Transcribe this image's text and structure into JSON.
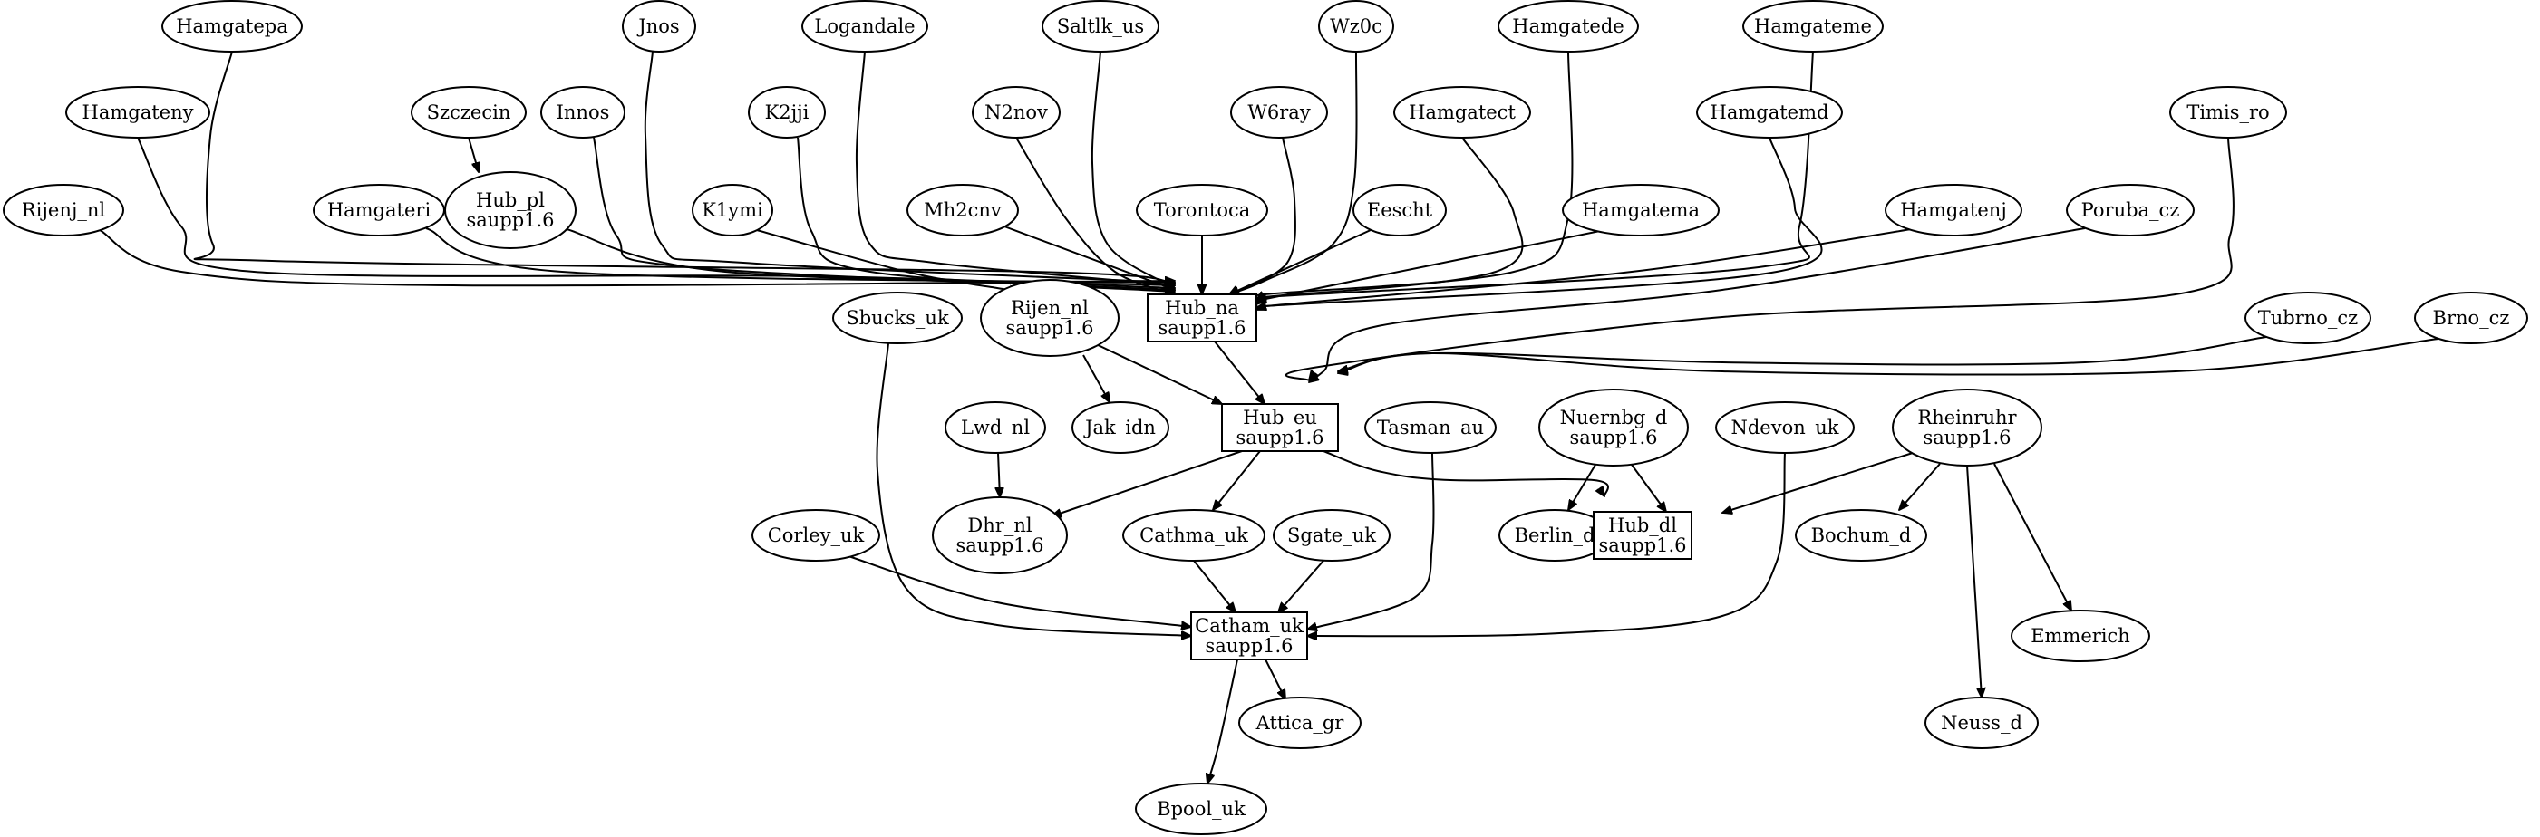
{
  "graph": {
    "nodes": [
      {
        "id": "Hamgatepa",
        "lines": [
          "Hamgatepa"
        ],
        "shape": "ellipse"
      },
      {
        "id": "Jnos",
        "lines": [
          "Jnos"
        ],
        "shape": "ellipse"
      },
      {
        "id": "Logandale",
        "lines": [
          "Logandale"
        ],
        "shape": "ellipse"
      },
      {
        "id": "Saltlk_us",
        "lines": [
          "Saltlk_us"
        ],
        "shape": "ellipse"
      },
      {
        "id": "Wz0c",
        "lines": [
          "Wz0c"
        ],
        "shape": "ellipse"
      },
      {
        "id": "Hamgatede",
        "lines": [
          "Hamgatede"
        ],
        "shape": "ellipse"
      },
      {
        "id": "Hamgateme",
        "lines": [
          "Hamgateme"
        ],
        "shape": "ellipse"
      },
      {
        "id": "Hamgateny",
        "lines": [
          "Hamgateny"
        ],
        "shape": "ellipse"
      },
      {
        "id": "Szczecin",
        "lines": [
          "Szczecin"
        ],
        "shape": "ellipse"
      },
      {
        "id": "Innos",
        "lines": [
          "Innos"
        ],
        "shape": "ellipse"
      },
      {
        "id": "K2jji",
        "lines": [
          "K2jji"
        ],
        "shape": "ellipse"
      },
      {
        "id": "N2nov",
        "lines": [
          "N2nov"
        ],
        "shape": "ellipse"
      },
      {
        "id": "W6ray",
        "lines": [
          "W6ray"
        ],
        "shape": "ellipse"
      },
      {
        "id": "Hamgatect",
        "lines": [
          "Hamgatect"
        ],
        "shape": "ellipse"
      },
      {
        "id": "Hamgatemd",
        "lines": [
          "Hamgatemd"
        ],
        "shape": "ellipse"
      },
      {
        "id": "Timis_ro",
        "lines": [
          "Timis_ro"
        ],
        "shape": "ellipse"
      },
      {
        "id": "Rijenj_nl",
        "lines": [
          "Rijenj_nl"
        ],
        "shape": "ellipse"
      },
      {
        "id": "Hamgateri",
        "lines": [
          "Hamgateri"
        ],
        "shape": "ellipse"
      },
      {
        "id": "Hub_pl",
        "lines": [
          "Hub_pl",
          "saupp1.6"
        ],
        "shape": "ellipse"
      },
      {
        "id": "K1ymi",
        "lines": [
          "K1ymi"
        ],
        "shape": "ellipse"
      },
      {
        "id": "Mh2cnv",
        "lines": [
          "Mh2cnv"
        ],
        "shape": "ellipse"
      },
      {
        "id": "Torontoca",
        "lines": [
          "Torontoca"
        ],
        "shape": "ellipse"
      },
      {
        "id": "Eescht",
        "lines": [
          "Eescht"
        ],
        "shape": "ellipse"
      },
      {
        "id": "Hamgatema",
        "lines": [
          "Hamgatema"
        ],
        "shape": "ellipse"
      },
      {
        "id": "Hamgatenj",
        "lines": [
          "Hamgatenj"
        ],
        "shape": "ellipse"
      },
      {
        "id": "Poruba_cz",
        "lines": [
          "Poruba_cz"
        ],
        "shape": "ellipse"
      },
      {
        "id": "Hub_na",
        "lines": [
          "Hub_na",
          "saupp1.6"
        ],
        "shape": "box"
      },
      {
        "id": "Sbucks_uk",
        "lines": [
          "Sbucks_uk"
        ],
        "shape": "ellipse"
      },
      {
        "id": "Rijen_nl",
        "lines": [
          "Rijen_nl",
          "saupp1.6"
        ],
        "shape": "ellipse"
      },
      {
        "id": "Tubrno_cz",
        "lines": [
          "Tubrno_cz"
        ],
        "shape": "ellipse"
      },
      {
        "id": "Brno_cz",
        "lines": [
          "Brno_cz"
        ],
        "shape": "ellipse"
      },
      {
        "id": "Lwd_nl",
        "lines": [
          "Lwd_nl"
        ],
        "shape": "ellipse"
      },
      {
        "id": "Jak_idn",
        "lines": [
          "Jak_idn"
        ],
        "shape": "ellipse"
      },
      {
        "id": "Hub_eu",
        "lines": [
          "Hub_eu",
          "saupp1.6"
        ],
        "shape": "box"
      },
      {
        "id": "Tasman_au",
        "lines": [
          "Tasman_au"
        ],
        "shape": "ellipse"
      },
      {
        "id": "Nuernbg_d",
        "lines": [
          "Nuernbg_d",
          "saupp1.6"
        ],
        "shape": "ellipse"
      },
      {
        "id": "Ndevon_uk",
        "lines": [
          "Ndevon_uk"
        ],
        "shape": "ellipse"
      },
      {
        "id": "Rheinruhr",
        "lines": [
          "Rheinruhr",
          "saupp1.6"
        ],
        "shape": "ellipse"
      },
      {
        "id": "Corley_uk",
        "lines": [
          "Corley_uk"
        ],
        "shape": "ellipse"
      },
      {
        "id": "Dhr_nl",
        "lines": [
          "Dhr_nl",
          "saupp1.6"
        ],
        "shape": "ellipse"
      },
      {
        "id": "Cathma_uk",
        "lines": [
          "Cathma_uk"
        ],
        "shape": "ellipse"
      },
      {
        "id": "Sgate_uk",
        "lines": [
          "Sgate_uk"
        ],
        "shape": "ellipse"
      },
      {
        "id": "Berlin_d",
        "lines": [
          "Berlin_d"
        ],
        "shape": "ellipse"
      },
      {
        "id": "Hub_dl",
        "lines": [
          "Hub_dl",
          "saupp1.6"
        ],
        "shape": "box"
      },
      {
        "id": "Bochum_d",
        "lines": [
          "Bochum_d"
        ],
        "shape": "ellipse"
      },
      {
        "id": "Catham_uk",
        "lines": [
          "Catham_uk",
          "saupp1.6"
        ],
        "shape": "box"
      },
      {
        "id": "Emmerich",
        "lines": [
          "Emmerich"
        ],
        "shape": "ellipse"
      },
      {
        "id": "Attica_gr",
        "lines": [
          "Attica_gr"
        ],
        "shape": "ellipse"
      },
      {
        "id": "Neuss_d",
        "lines": [
          "Neuss_d"
        ],
        "shape": "ellipse"
      },
      {
        "id": "Bpool_uk",
        "lines": [
          "Bpool_uk"
        ],
        "shape": "ellipse"
      }
    ],
    "edges": [
      {
        "from": "Hamgatepa",
        "to": "Hub_na"
      },
      {
        "from": "Jnos",
        "to": "Hub_na"
      },
      {
        "from": "Logandale",
        "to": "Hub_na"
      },
      {
        "from": "Saltlk_us",
        "to": "Hub_na"
      },
      {
        "from": "Wz0c",
        "to": "Hub_na"
      },
      {
        "from": "Hamgatede",
        "to": "Hub_na"
      },
      {
        "from": "Hamgateme",
        "to": "Hub_na"
      },
      {
        "from": "Hamgateny",
        "to": "Hub_na"
      },
      {
        "from": "Szczecin",
        "to": "Hub_pl"
      },
      {
        "from": "Innos",
        "to": "Hub_na"
      },
      {
        "from": "K2jji",
        "to": "Hub_na"
      },
      {
        "from": "N2nov",
        "to": "Hub_na"
      },
      {
        "from": "W6ray",
        "to": "Hub_na"
      },
      {
        "from": "Hamgatect",
        "to": "Hub_na"
      },
      {
        "from": "Hamgatemd",
        "to": "Hub_na"
      },
      {
        "from": "Timis_ro",
        "to": "Hub_eu"
      },
      {
        "from": "Rijenj_nl",
        "to": "Hub_na"
      },
      {
        "from": "Hamgateri",
        "to": "Hub_na"
      },
      {
        "from": "Hub_pl",
        "to": "Hub_na"
      },
      {
        "from": "K1ymi",
        "to": "Rijen_nl"
      },
      {
        "from": "Mh2cnv",
        "to": "Hub_na"
      },
      {
        "from": "Torontoca",
        "to": "Hub_na"
      },
      {
        "from": "Eescht",
        "to": "Hub_na"
      },
      {
        "from": "Hamgatema",
        "to": "Hub_na"
      },
      {
        "from": "Hamgatenj",
        "to": "Hub_na"
      },
      {
        "from": "Poruba_cz",
        "to": "Hub_eu"
      },
      {
        "from": "Hub_na",
        "to": "Hub_eu"
      },
      {
        "from": "Rijen_nl",
        "to": "Hub_eu"
      },
      {
        "from": "Rijen_nl",
        "to": "Jak_idn"
      },
      {
        "from": "Tubrno_cz",
        "to": "Hub_eu"
      },
      {
        "from": "Brno_cz",
        "to": "Hub_eu"
      },
      {
        "from": "Lwd_nl",
        "to": "Dhr_nl"
      },
      {
        "from": "Hub_eu",
        "to": "Dhr_nl"
      },
      {
        "from": "Hub_eu",
        "to": "Cathma_uk"
      },
      {
        "from": "Hub_eu",
        "to": "Hub_dl"
      },
      {
        "from": "Sbucks_uk",
        "to": "Catham_uk"
      },
      {
        "from": "Corley_uk",
        "to": "Catham_uk"
      },
      {
        "from": "Cathma_uk",
        "to": "Catham_uk"
      },
      {
        "from": "Sgate_uk",
        "to": "Catham_uk"
      },
      {
        "from": "Tasman_au",
        "to": "Catham_uk"
      },
      {
        "from": "Ndevon_uk",
        "to": "Catham_uk"
      },
      {
        "from": "Nuernbg_d",
        "to": "Berlin_d"
      },
      {
        "from": "Nuernbg_d",
        "to": "Hub_dl"
      },
      {
        "from": "Rheinruhr",
        "to": "Hub_dl"
      },
      {
        "from": "Rheinruhr",
        "to": "Bochum_d"
      },
      {
        "from": "Rheinruhr",
        "to": "Emmerich"
      },
      {
        "from": "Rheinruhr",
        "to": "Neuss_d"
      },
      {
        "from": "Catham_uk",
        "to": "Attica_gr"
      },
      {
        "from": "Catham_uk",
        "to": "Bpool_uk"
      }
    ]
  }
}
